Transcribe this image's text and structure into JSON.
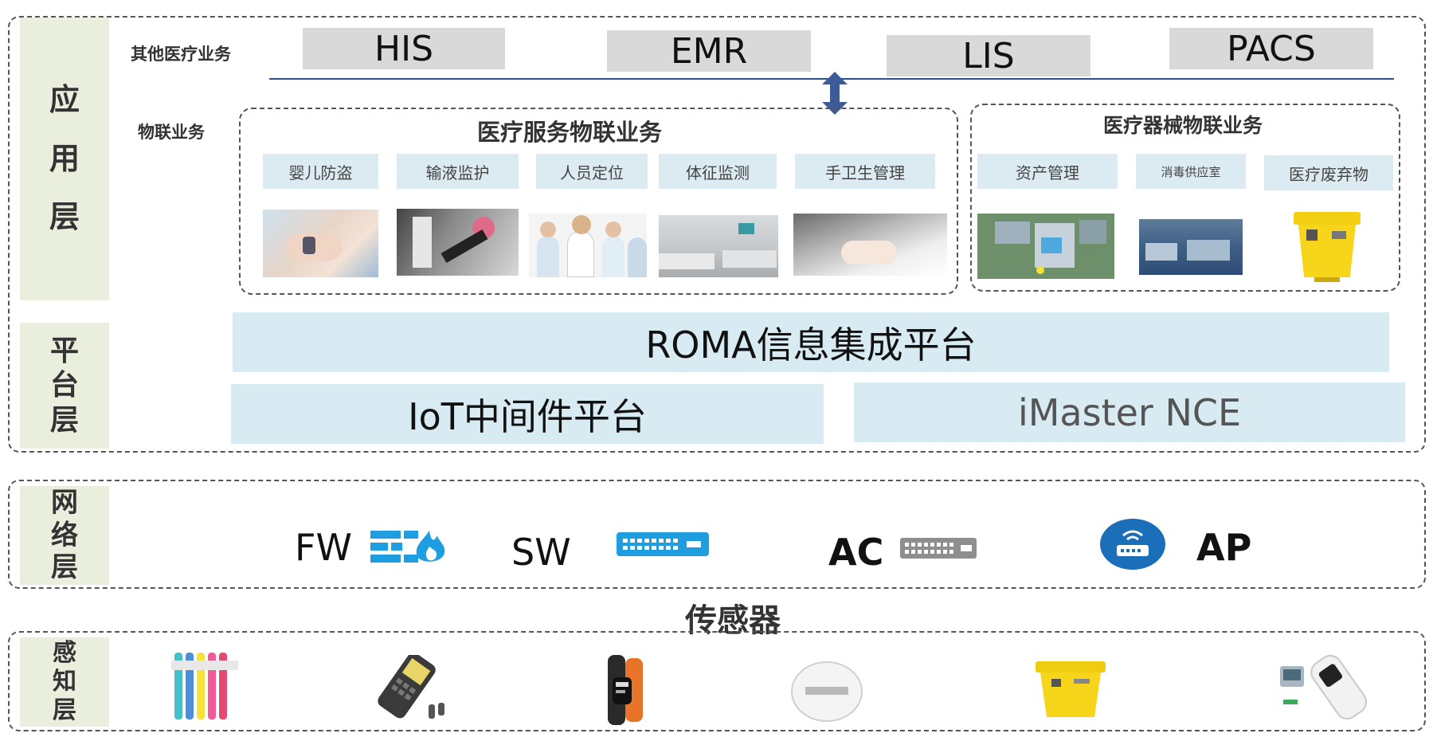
{
  "layers": {
    "application": [
      "应",
      "用",
      "层"
    ],
    "platform": [
      "平",
      "台",
      "层"
    ],
    "network": [
      "网",
      "络",
      "层"
    ],
    "perception": [
      "感",
      "知",
      "层"
    ]
  },
  "application": {
    "other_label": "其他医疗业务",
    "systems": [
      "HIS",
      "EMR",
      "LIS",
      "PACS"
    ],
    "iot_label": "物联业务",
    "service_group": {
      "title": "医疗服务物联业务",
      "tags": [
        "婴儿防盗",
        "输液监护",
        "人员定位",
        "体征监测",
        "手卫生管理"
      ]
    },
    "device_group": {
      "title": "医疗器械物联业务",
      "tags": [
        "资产管理",
        "消毒供应室",
        "医疗废弃物"
      ]
    }
  },
  "platform": {
    "roma": "ROMA信息集成平台",
    "iot": "IoT中间件平台",
    "imaster": "iMaster NCE"
  },
  "network": {
    "devices": [
      "FW",
      "SW",
      "AC",
      "AP"
    ],
    "icons": [
      "firewall-icon",
      "switch-icon",
      "controller-icon",
      "access-point-icon"
    ],
    "accent": "#1e9ee0"
  },
  "sensor_title": "传感器",
  "colors": {
    "layer_tag_bg": "#e9eedd",
    "platform_bg": "#d8ebf2",
    "system_bg": "#d9d9d9",
    "arrow": "#3d5a99"
  }
}
